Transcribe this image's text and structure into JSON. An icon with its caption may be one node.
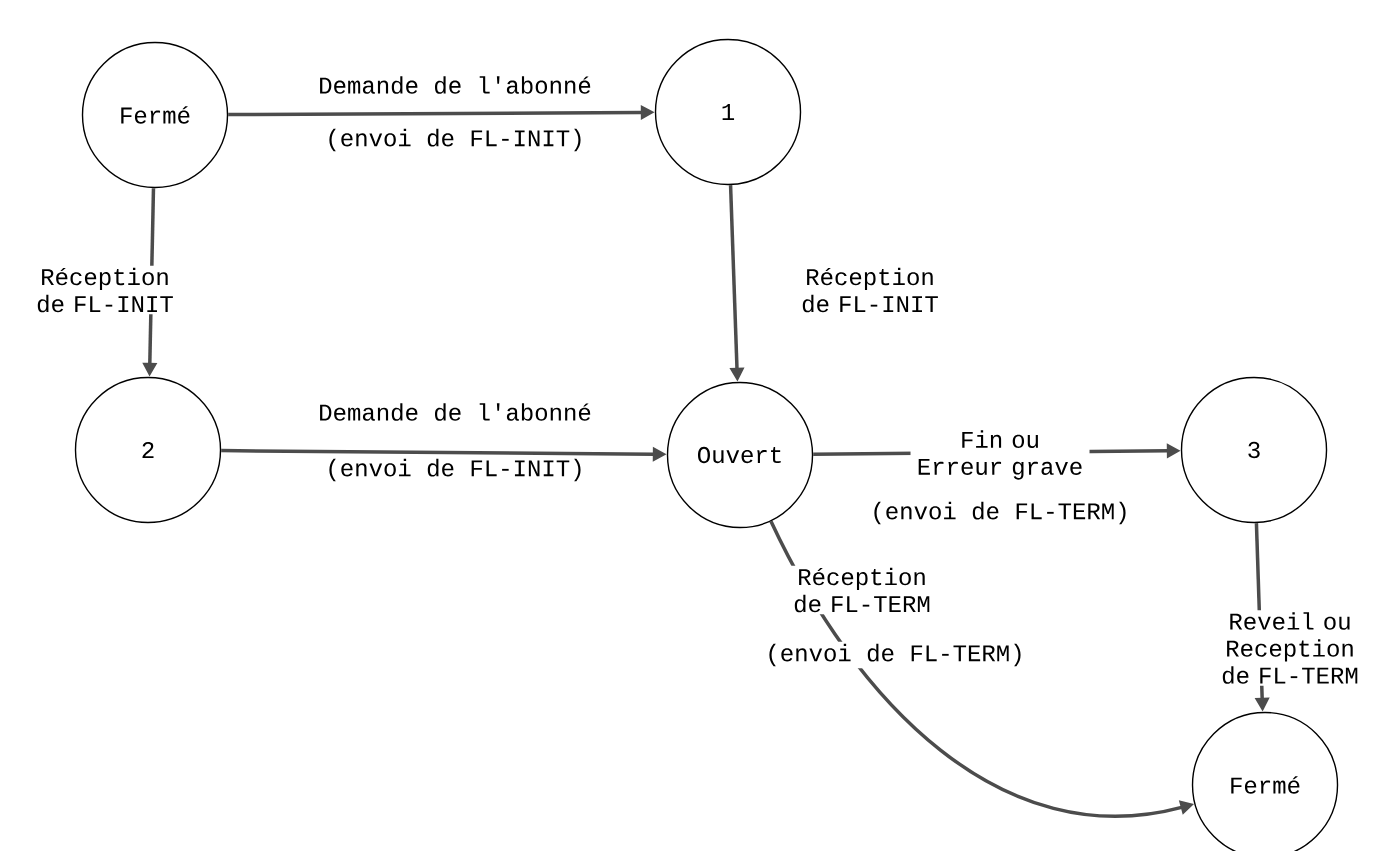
{
  "diagram": {
    "nodes": [
      {
        "text": [
          "Fermé"
        ]
      },
      {
        "text": [
          "1"
        ]
      },
      {
        "text": [
          "2"
        ]
      },
      {
        "text": [
          "Ouvert"
        ]
      },
      {
        "text": [
          "3"
        ]
      },
      {
        "text": [
          "Fermé"
        ]
      }
    ],
    "edges": [
      {
        "from": 0,
        "to": 1,
        "arrow": "to",
        "label": "Demande de l'abonné"
      },
      {
        "from": 0,
        "to": 2,
        "arrow": "to",
        "label": "Réception de FL-INIT"
      },
      {
        "from": 1,
        "to": 3,
        "arrow": "to",
        "label": "Réception de FL-INIT"
      },
      {
        "from": 2,
        "to": 3,
        "arrow": "to",
        "label": "Demande de l'abonné"
      },
      {
        "from": 3,
        "to": 4,
        "arrow": "to",
        "label": "Fin ou Erreur grave"
      },
      {
        "from": 3,
        "to": 5,
        "arrow": "to",
        "label": "Réception de FL-TERM"
      },
      {
        "from": 4,
        "to": 5,
        "arrow": "to",
        "label": "Reveil ou Reception de FL-TERM"
      }
    ],
    "labels": [
      "(envoi de FL-INIT)",
      "(envoi de FL-INIT)",
      "(envoi de FL-TERM)",
      "(envoi de FL-TERM)"
    ]
  }
}
